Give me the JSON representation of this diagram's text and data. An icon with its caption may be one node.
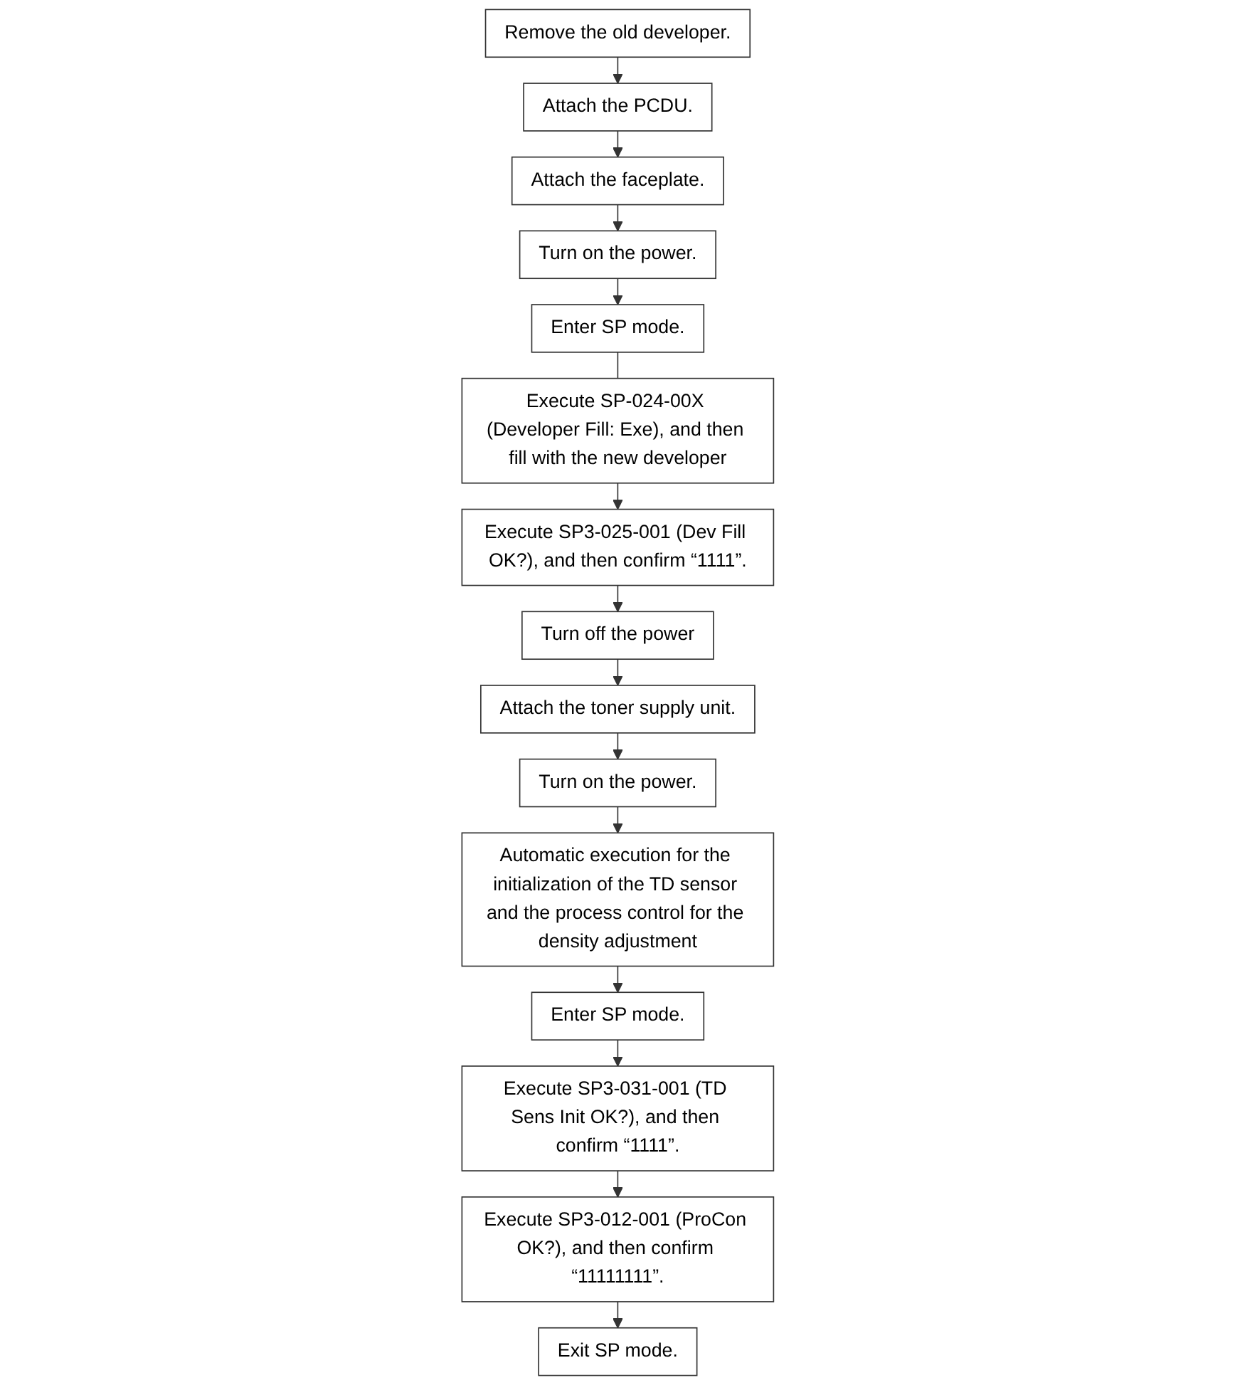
{
  "diagram": {
    "nodes": [
      {
        "text": [
          "Remove the old developer."
        ]
      },
      {
        "text": [
          "Attach the PCDU."
        ]
      },
      {
        "text": [
          "Attach the faceplate."
        ]
      },
      {
        "text": [
          "Turn on the power."
        ]
      },
      {
        "text": [
          "Enter SP mode."
        ]
      },
      {
        "text": [
          "Execute SP-024-00X (Developer Fill: Exe), and then fill with the new developer"
        ]
      },
      {
        "text": [
          "Execute SP3-025-001 (Dev Fill OK?), and then confirm “1111”."
        ]
      },
      {
        "text": [
          "Turn off the power"
        ]
      },
      {
        "text": [
          "Attach the toner supply unit."
        ]
      },
      {
        "text": [
          "Turn on the power."
        ]
      },
      {
        "text": [
          "Automatic execution for the initialization of the TD sensor and the process control for the density adjustment"
        ]
      },
      {
        "text": [
          "Enter SP mode."
        ]
      },
      {
        "text": [
          "Execute SP3-031-001 (TD Sens Init OK?), and then confirm “1111”."
        ]
      },
      {
        "text": [
          "Execute SP3-012-001 (ProCon OK?), and then confirm “11111111”."
        ]
      },
      {
        "text": [
          "Exit SP mode."
        ]
      }
    ],
    "edges": [
      {
        "from": 0,
        "to": 1,
        "arrow": "to"
      },
      {
        "from": 1,
        "to": 2,
        "arrow": "to"
      },
      {
        "from": 2,
        "to": 3,
        "arrow": "to"
      },
      {
        "from": 3,
        "to": 4,
        "arrow": "to"
      },
      {
        "from": 4,
        "to": 5,
        "arrow": "none"
      },
      {
        "from": 5,
        "to": 6,
        "arrow": "to"
      },
      {
        "from": 6,
        "to": 7,
        "arrow": "to"
      },
      {
        "from": 7,
        "to": 8,
        "arrow": "to"
      },
      {
        "from": 8,
        "to": 9,
        "arrow": "to"
      },
      {
        "from": 9,
        "to": 10,
        "arrow": "to"
      },
      {
        "from": 10,
        "to": 11,
        "arrow": "to"
      },
      {
        "from": 11,
        "to": 12,
        "arrow": "to"
      },
      {
        "from": 12,
        "to": 13,
        "arrow": "to"
      },
      {
        "from": 13,
        "to": 14,
        "arrow": "to"
      }
    ]
  }
}
